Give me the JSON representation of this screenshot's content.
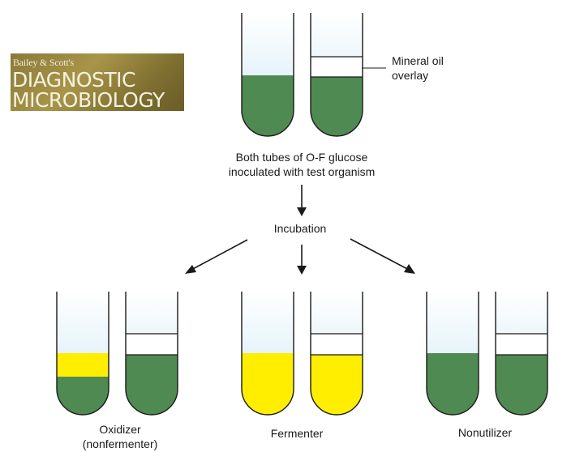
{
  "logo": {
    "subtitle": "Bailey & Scott's",
    "title_line1": "DIAGNOSTIC",
    "title_line2": "MICROBIOLOGY"
  },
  "labels": {
    "mineral_oil_line1": "Mineral oil",
    "mineral_oil_line2": "overlay",
    "inoculation_line1": "Both tubes of O-F glucose",
    "inoculation_line2": "inoculated with test organism",
    "incubation": "Incubation",
    "oxidizer_line1": "Oxidizer",
    "oxidizer_line2": "(nonfermenter)",
    "fermenter": "Fermenter",
    "nonutilizer": "Nonutilizer"
  },
  "colors": {
    "green_medium": "#4f8a52",
    "yellow_acid": "#ffee00",
    "oil_overlay": "#ffffff",
    "air_space": "#d9eef8",
    "outline": "#1a1a1a"
  }
}
